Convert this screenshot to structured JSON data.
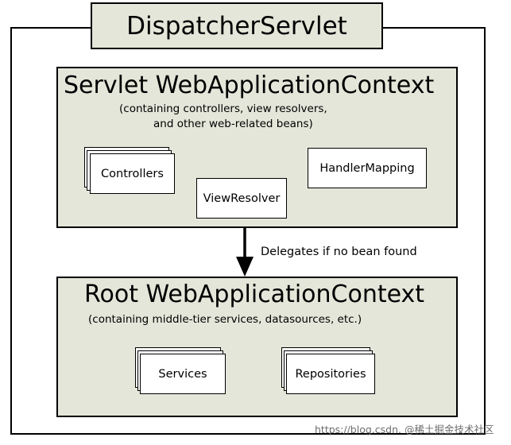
{
  "diagram": {
    "title": "DispatcherServlet",
    "servlet_context": {
      "title": "Servlet WebApplicationContext",
      "subtitle_line1": "(containing controllers, view resolvers,",
      "subtitle_line2": "and other web-related beans)",
      "beans": {
        "controllers": "Controllers",
        "view_resolver": "ViewResolver",
        "handler_mapping": "HandlerMapping"
      }
    },
    "arrow_label": "Delegates if no bean found",
    "root_context": {
      "title": "Root WebApplicationContext",
      "subtitle": "(containing middle-tier services, datasources, etc.)",
      "beans": {
        "services": "Services",
        "repositories": "Repositories"
      }
    }
  },
  "watermark": {
    "text": "https://blog.csdn. @稀土掘金技术社区"
  }
}
